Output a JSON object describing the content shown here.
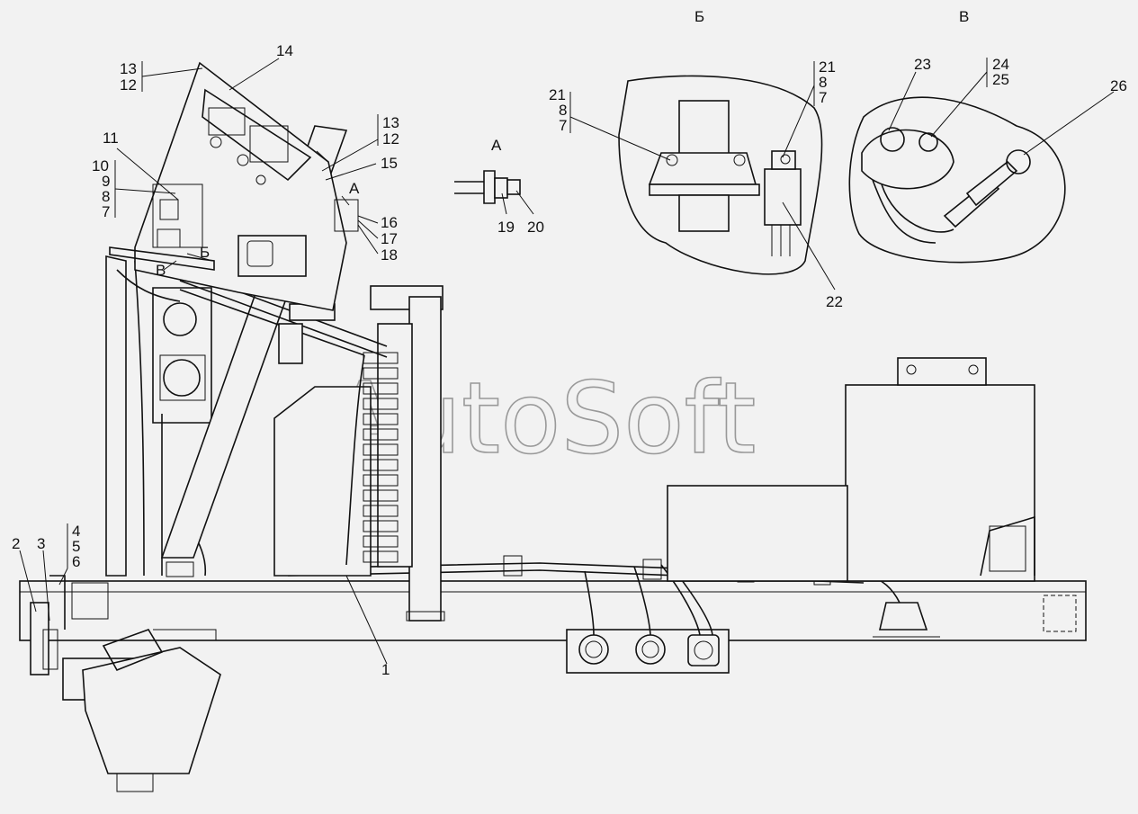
{
  "watermark": "AutoSoft",
  "views": {
    "a": "А",
    "b": "Б",
    "v": "В"
  },
  "callouts": {
    "c1": "1",
    "c2": "2",
    "c3": "3",
    "c4": "4",
    "c5": "5",
    "c6": "6",
    "c7": "7",
    "c8": "8",
    "c9": "9",
    "c10": "10",
    "c11": "11",
    "c12": "12",
    "c13": "13",
    "c14": "14",
    "c15": "15",
    "c16": "16",
    "c17": "17",
    "c18": "18",
    "c19": "19",
    "c20": "20",
    "c21": "21",
    "c22": "22",
    "c23": "23",
    "c24": "24",
    "c25": "25",
    "c26": "26"
  }
}
